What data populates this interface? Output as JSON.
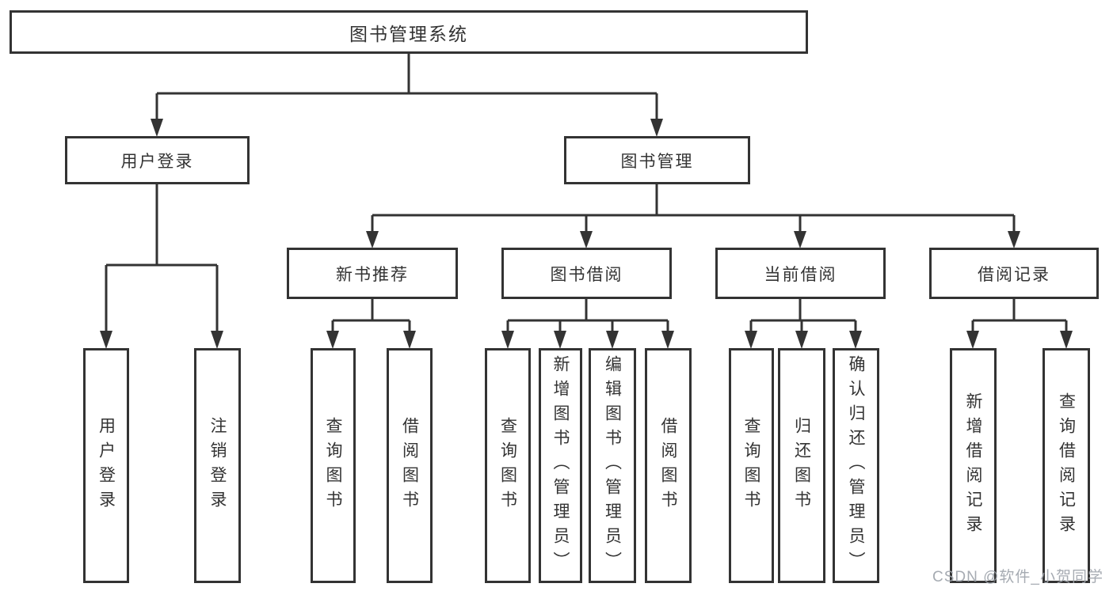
{
  "diagram": {
    "colors": {
      "line": "#333333",
      "box_border": "#333333",
      "box_fill": "#ffffff",
      "text": "#333333",
      "watermark": "#9ea4ab"
    },
    "nodes": {
      "root": "图书管理系统",
      "user_login": "用户登录",
      "book_mgmt": "图书管理",
      "new_book_rec": "新书推荐",
      "book_borrow": "图书借阅",
      "current_borrow": "当前借阅",
      "borrow_records": "借阅记录",
      "leaf_user_login": "用户登录",
      "leaf_logout": "注销登录",
      "leaf_query_books_1": "查询图书",
      "leaf_borrow_books_1": "借阅图书",
      "leaf_query_books_2": "查询图书",
      "leaf_add_book_admin": "新增图书（管理员）",
      "leaf_edit_book_admin": "编辑图书（管理员）",
      "leaf_borrow_books_2": "借阅图书",
      "leaf_query_books_3": "查询图书",
      "leaf_return_books": "归还图书",
      "leaf_confirm_return_admin": "确认归还（管理员）",
      "leaf_add_borrow_record": "新增借阅记录",
      "leaf_query_borrow_record": "查询借阅记录"
    },
    "edges": [
      [
        "root",
        "user_login"
      ],
      [
        "root",
        "book_mgmt"
      ],
      [
        "user_login",
        "leaf_user_login"
      ],
      [
        "user_login",
        "leaf_logout"
      ],
      [
        "book_mgmt",
        "new_book_rec"
      ],
      [
        "book_mgmt",
        "book_borrow"
      ],
      [
        "book_mgmt",
        "current_borrow"
      ],
      [
        "book_mgmt",
        "borrow_records"
      ],
      [
        "new_book_rec",
        "leaf_query_books_1"
      ],
      [
        "new_book_rec",
        "leaf_borrow_books_1"
      ],
      [
        "book_borrow",
        "leaf_query_books_2"
      ],
      [
        "book_borrow",
        "leaf_add_book_admin"
      ],
      [
        "book_borrow",
        "leaf_edit_book_admin"
      ],
      [
        "book_borrow",
        "leaf_borrow_books_2"
      ],
      [
        "current_borrow",
        "leaf_query_books_3"
      ],
      [
        "current_borrow",
        "leaf_return_books"
      ],
      [
        "current_borrow",
        "leaf_confirm_return_admin"
      ],
      [
        "borrow_records",
        "leaf_add_borrow_record"
      ],
      [
        "borrow_records",
        "leaf_query_borrow_record"
      ]
    ],
    "watermark": "CSDN @软件_小贺同学"
  }
}
